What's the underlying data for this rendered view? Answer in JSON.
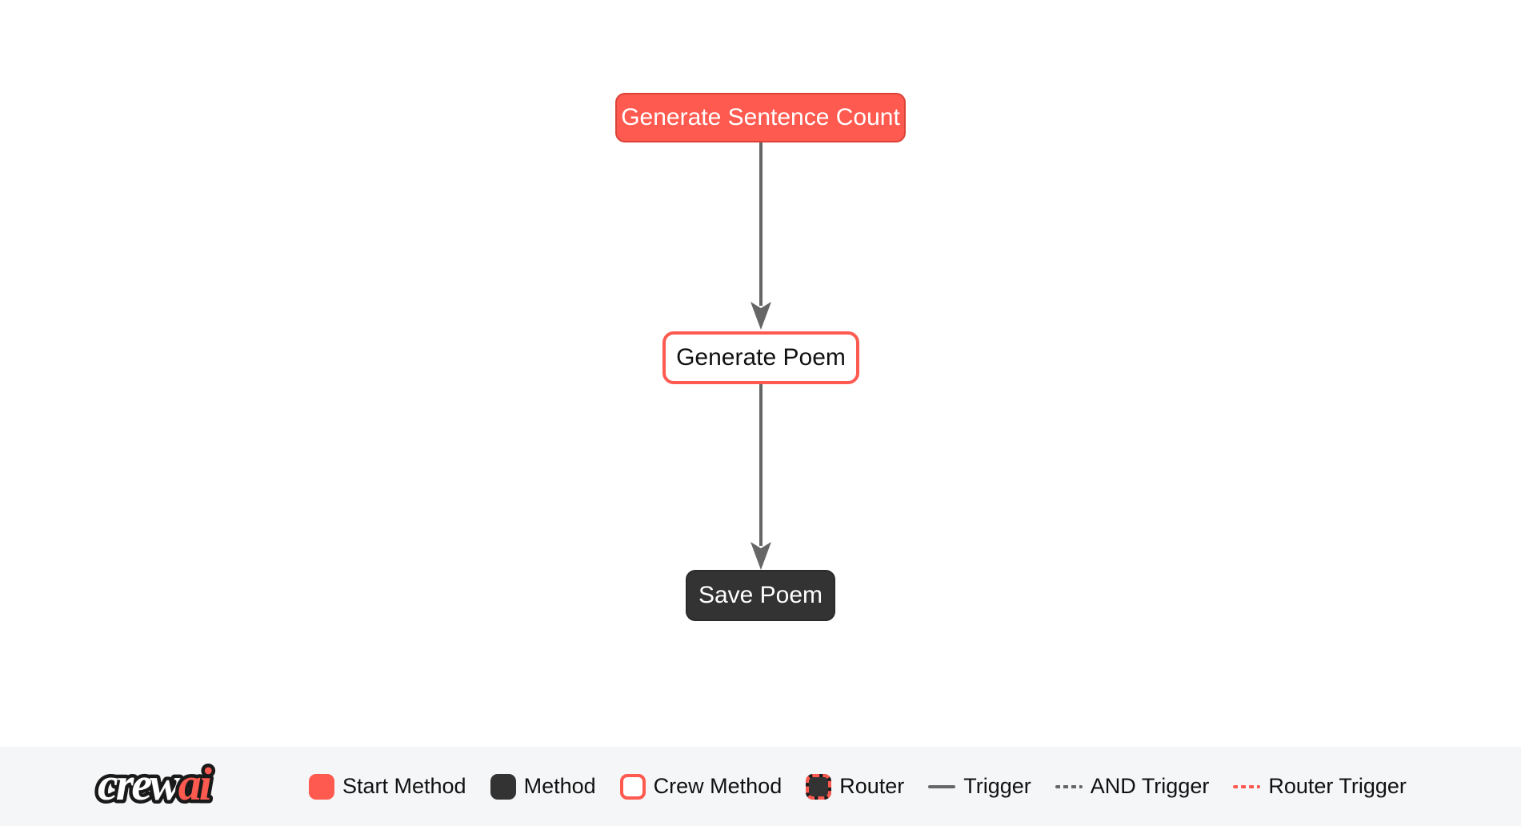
{
  "colors": {
    "accent_red": "#FF5A50",
    "accent_red_border": "#DA4337",
    "node_dark": "#333333",
    "edge_gray": "#666666",
    "legend_background": "#F5F6F8",
    "canvas_background": "#FFFFFF"
  },
  "flow": {
    "nodes": [
      {
        "id": "generate_sentence_count",
        "label": "Generate Sentence Count",
        "type": "Start Method"
      },
      {
        "id": "generate_poem",
        "label": "Generate Poem",
        "type": "Crew Method"
      },
      {
        "id": "save_poem",
        "label": "Save Poem",
        "type": "Method"
      }
    ],
    "edges": [
      {
        "from": "generate_sentence_count",
        "to": "generate_poem",
        "type": "Trigger"
      },
      {
        "from": "generate_poem",
        "to": "save_poem",
        "type": "Trigger"
      }
    ]
  },
  "legend": {
    "logo": {
      "crew": "crew",
      "ai": "ai"
    },
    "items": [
      {
        "label": "Start Method",
        "swatch": "start-method"
      },
      {
        "label": "Method",
        "swatch": "method"
      },
      {
        "label": "Crew Method",
        "swatch": "crew-method"
      },
      {
        "label": "Router",
        "swatch": "router"
      },
      {
        "label": "Trigger",
        "swatch": "trigger-line"
      },
      {
        "label": "AND Trigger",
        "swatch": "and-trigger-line"
      },
      {
        "label": "Router Trigger",
        "swatch": "router-trigger-line"
      }
    ]
  }
}
